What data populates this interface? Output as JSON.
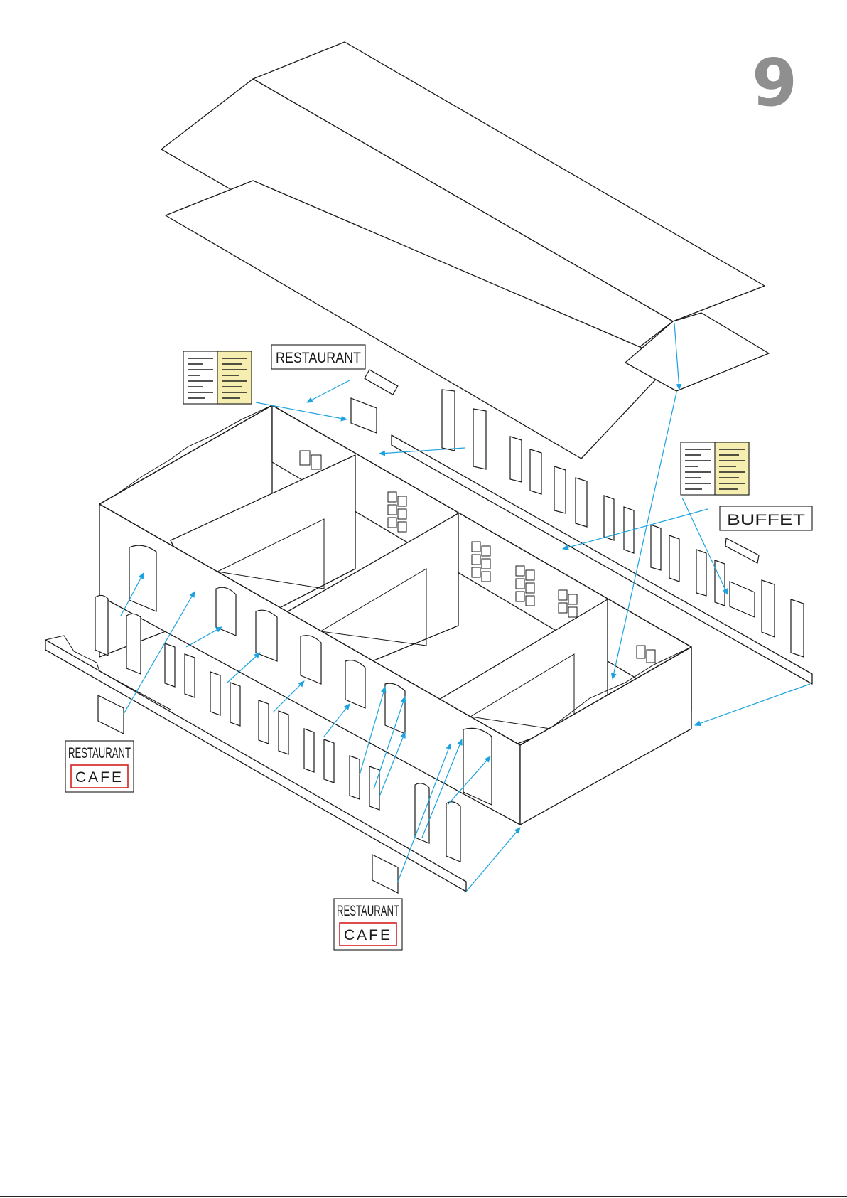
{
  "page": {
    "step_number": "9"
  },
  "labels": {
    "restaurant_top": "RESTAURANT",
    "buffet": "BUFFET",
    "sign_left": {
      "line1": "RESTAURANT",
      "line2": "CAFE"
    },
    "sign_bottom": {
      "line1": "RESTAURANT",
      "line2": "CAFE"
    }
  },
  "colors": {
    "arrow": "#1aa3df",
    "step_number": "#8f8f8f",
    "menu_board": "#f5eeb0",
    "cafe_frame": "#d62020"
  },
  "icons": {
    "menu_board": "menu-board-icon",
    "arrow": "assembly-arrow"
  }
}
